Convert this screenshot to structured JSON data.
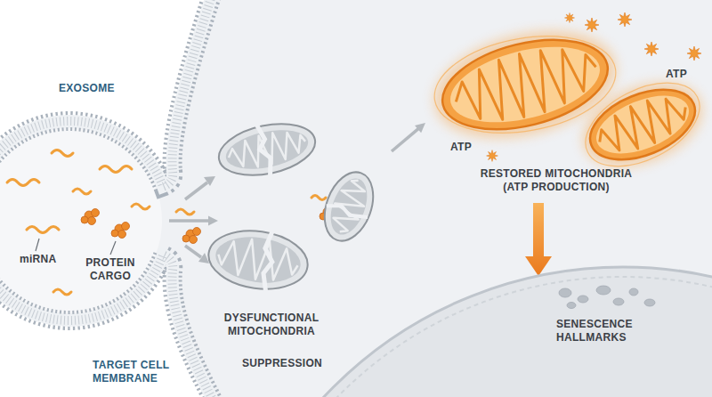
{
  "diagram": {
    "nodes": [
      {
        "text": [
          "EXOSOME"
        ]
      },
      {
        "text": [
          "DYSFUNCTIONAL MITOCHONDRIA"
        ]
      },
      {
        "text": [
          "RESTORED MITOCHONDRIA (ATP PRODUCTION)"
        ]
      },
      {
        "text": [
          "SENESCENCE HALLMARKS"
        ]
      }
    ],
    "edges": [
      {
        "from": 0,
        "to": 1,
        "arrow": "to"
      },
      {
        "from": 1,
        "to": 2,
        "arrow": "to"
      },
      {
        "from": 2,
        "to": 3,
        "arrow": "to"
      }
    ],
    "labels": [
      "miRNA",
      "PROTEIN CARGO",
      "TARGET CELL MEMBRANE",
      "ATP",
      "ATP",
      "SUPPRESSION"
    ]
  }
}
